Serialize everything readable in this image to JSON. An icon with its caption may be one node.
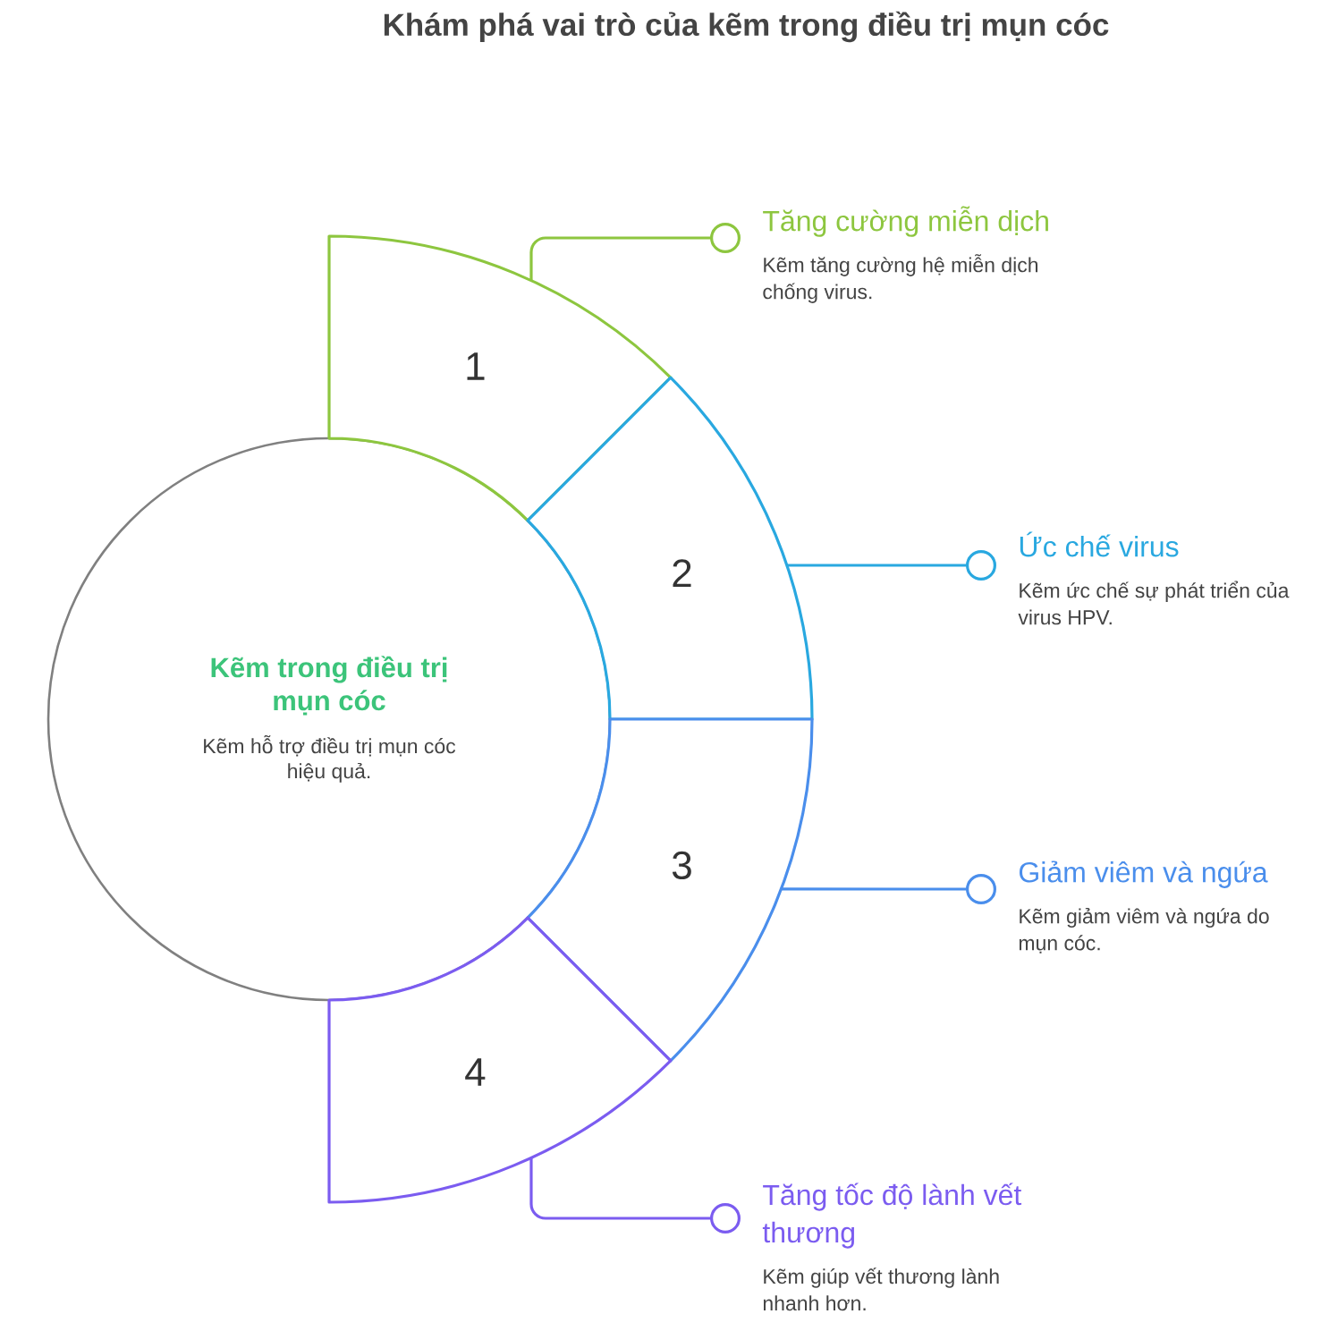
{
  "diagram": {
    "title": "Khám phá vai trò của kẽm trong điều trị mụn cóc",
    "nodes": [
      {
        "text": [
          "Kẽm trong điều trị mụn cóc",
          "Kẽm hỗ trợ điều trị mụn cóc hiệu quả."
        ]
      },
      {
        "text": [
          "1"
        ]
      },
      {
        "text": [
          "2"
        ]
      },
      {
        "text": [
          "3"
        ]
      },
      {
        "text": [
          "4"
        ]
      },
      {
        "text": [
          "Tăng cường miễn dịch",
          "Kẽm tăng cường hệ miễn dịch chống virus."
        ]
      },
      {
        "text": [
          "Ức chế virus",
          "Kẽm ức chế sự phát triển của virus HPV."
        ]
      },
      {
        "text": [
          "Giảm viêm và ngứa",
          "Kẽm giảm viêm và ngứa do mụn cóc."
        ]
      },
      {
        "text": [
          "Tăng tốc độ lành vết thương",
          "Kẽm giúp vết thương lành nhanh hơn."
        ]
      }
    ],
    "edges": [
      {
        "from": 1,
        "to": 5,
        "arrow": "other",
        "color": "#8dc63f"
      },
      {
        "from": 2,
        "to": 6,
        "arrow": "other",
        "color": "#29a8e0"
      },
      {
        "from": 3,
        "to": 7,
        "arrow": "other",
        "color": "#4a8eec"
      },
      {
        "from": 4,
        "to": 8,
        "arrow": "other",
        "color": "#7b5cf0"
      }
    ]
  }
}
